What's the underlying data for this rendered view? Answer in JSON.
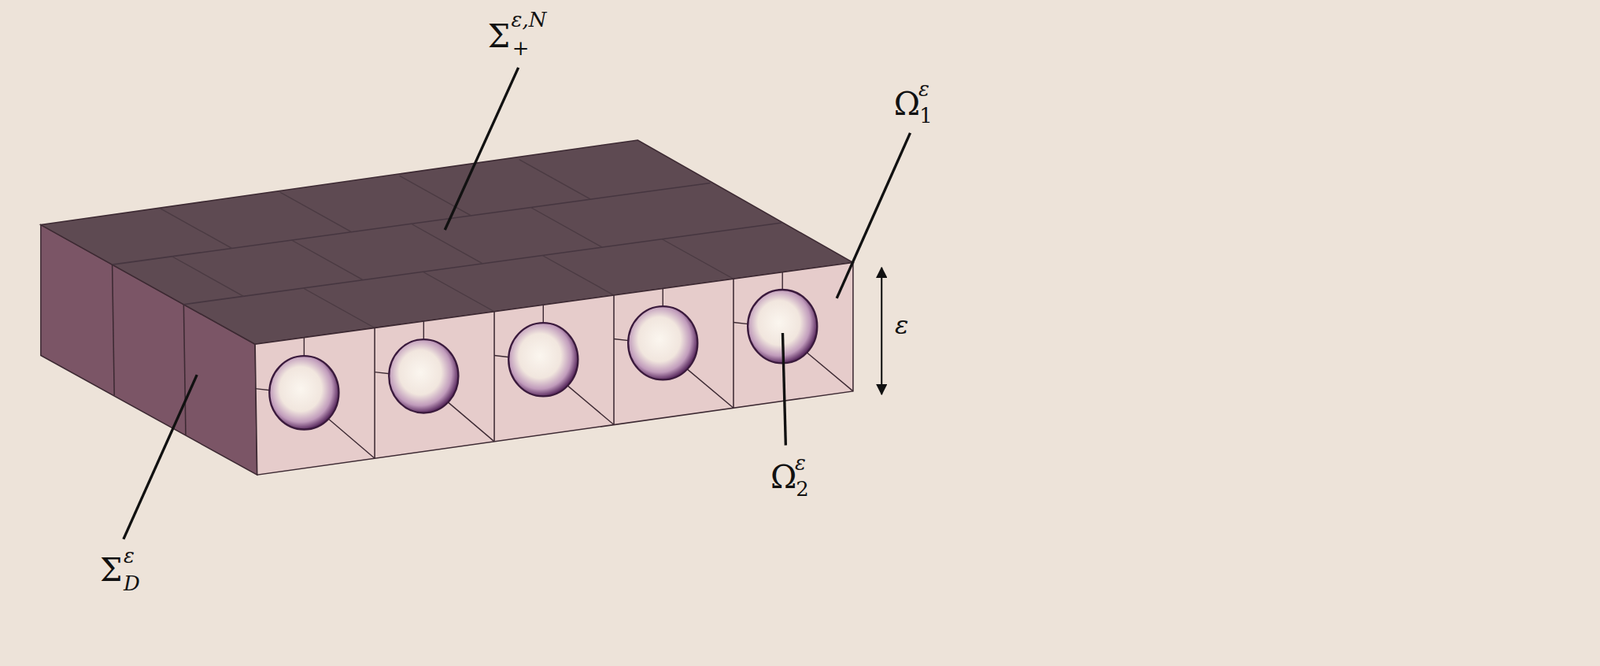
{
  "diagram": {
    "labels": [
      "Σ",
      "ε,N",
      "+",
      "Ω",
      "ε",
      "1",
      "Ω",
      "ε",
      "2",
      "Σ",
      "ε",
      "D",
      "ε"
    ]
  }
}
